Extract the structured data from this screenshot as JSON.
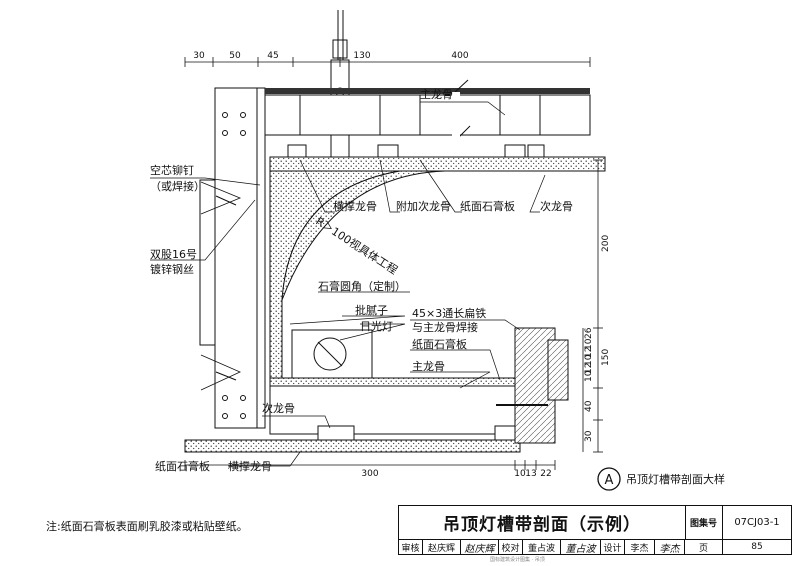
{
  "top_dims": [
    "30",
    "50",
    "45",
    "130",
    "400"
  ],
  "right_dims": [
    "26",
    "10",
    "12",
    "10",
    "12",
    "10",
    "150",
    "40",
    "30",
    "200"
  ],
  "bottom_dims": [
    "300",
    "10",
    "13",
    "22"
  ],
  "labels": {
    "main_keel_top": "主龙骨",
    "hollow_rivet": "空芯铆钉",
    "or_weld": "（或焊接）",
    "cross_brace_keel": "横撑龙骨",
    "extra_secondary_keel": "附加次龙骨",
    "gypsum_board_top": "纸面石膏板",
    "secondary_keel_top": "次龙骨",
    "radius_note": "R＞100视具体工程",
    "double_wire_1": "双股16号",
    "double_wire_2": "镀锌钢丝",
    "gypsum_corner": "石膏圆角（定制）",
    "putty": "批腻子",
    "fluorescent_lamp": "日光灯",
    "flat_iron_1": "45×3通长扁铁",
    "flat_iron_2": "与主龙骨焊接",
    "gypsum_board_mid": "纸面石膏板",
    "main_keel_mid": "主龙骨",
    "secondary_keel_bottom": "次龙骨",
    "gypsum_board_bottom": "纸面石膏板",
    "cross_brace_keel_bottom": "横撑龙骨",
    "detail_marker": "A",
    "detail_caption": "吊顶灯槽带剖面大样"
  },
  "note": "注:纸面石膏板表面刷乳胶漆或粘贴壁纸。",
  "title_block": {
    "title": "吊顶灯槽带剖面（示例）",
    "atlas_label": "图集号",
    "atlas_no": "07CJ03-1",
    "review_label": "审核",
    "reviewer": "赵庆辉",
    "reviewer_sig": "赵庆辉",
    "check_label": "校对",
    "checker": "董占波",
    "checker_sig": "董占波",
    "design_label": "设计",
    "designer": "李杰",
    "designer_sig": "李杰",
    "page_label": "页",
    "page_no": "85"
  },
  "footer": "国标建筑设计图集 · 吊顶"
}
